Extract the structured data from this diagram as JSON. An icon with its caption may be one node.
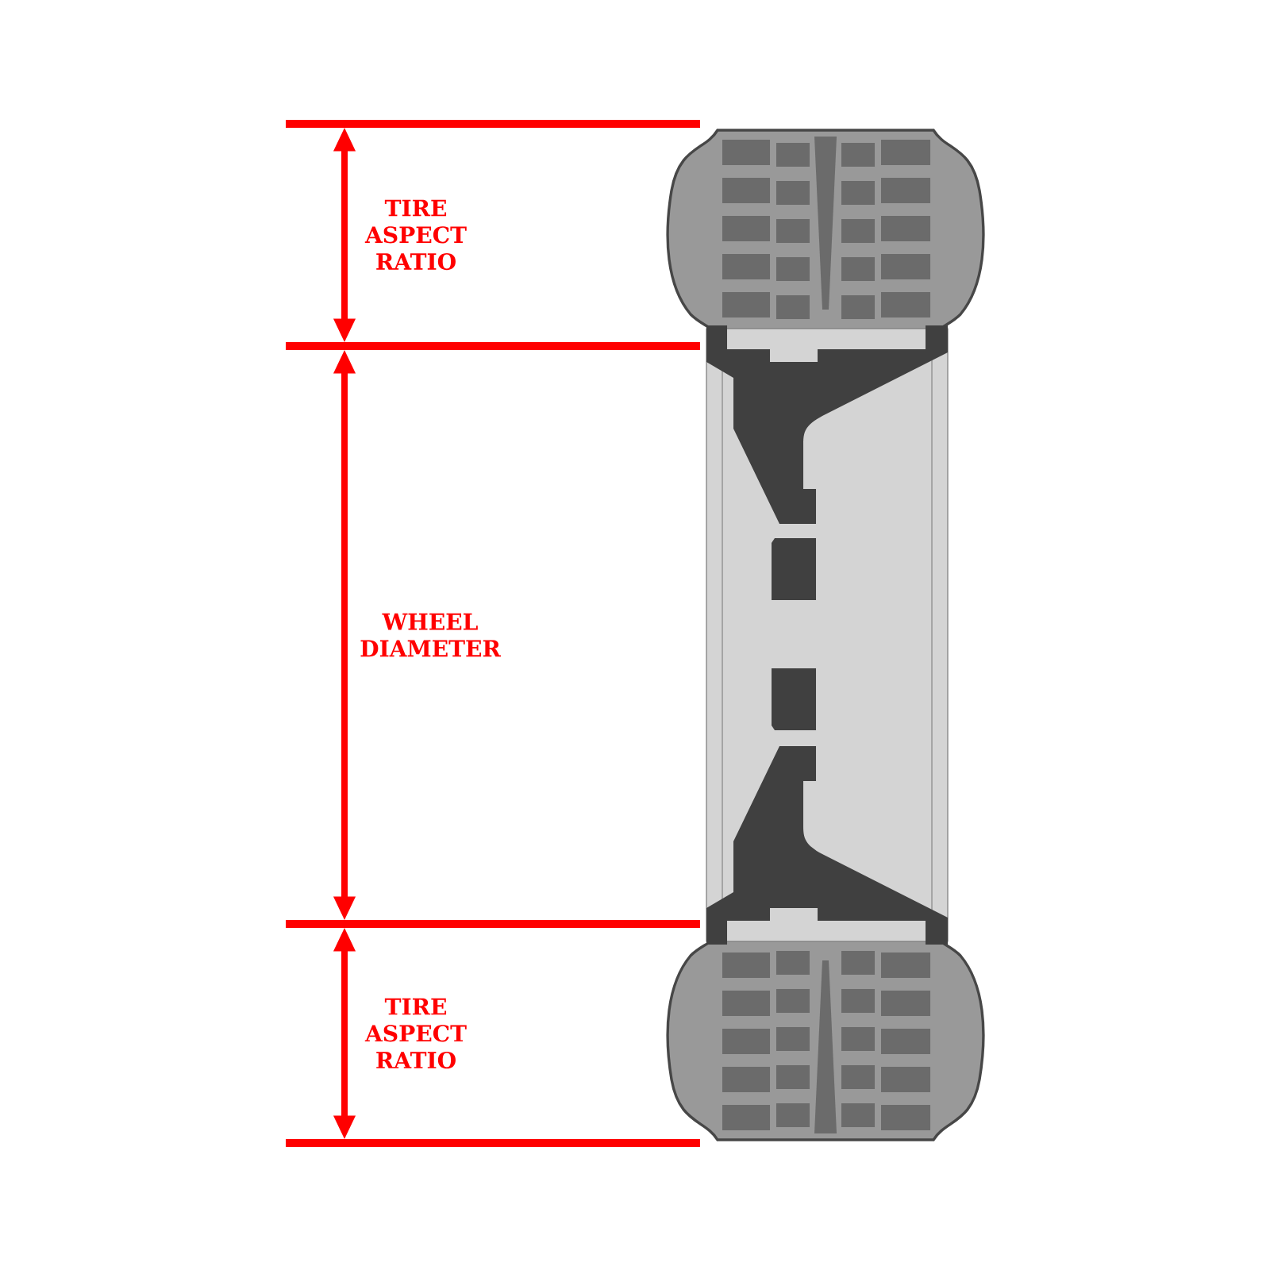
{
  "diagram": {
    "labels": [
      "TIRE ASPECT RATIO",
      "WHEEL DIAMETER",
      "TIRE ASPECT RATIO"
    ]
  }
}
